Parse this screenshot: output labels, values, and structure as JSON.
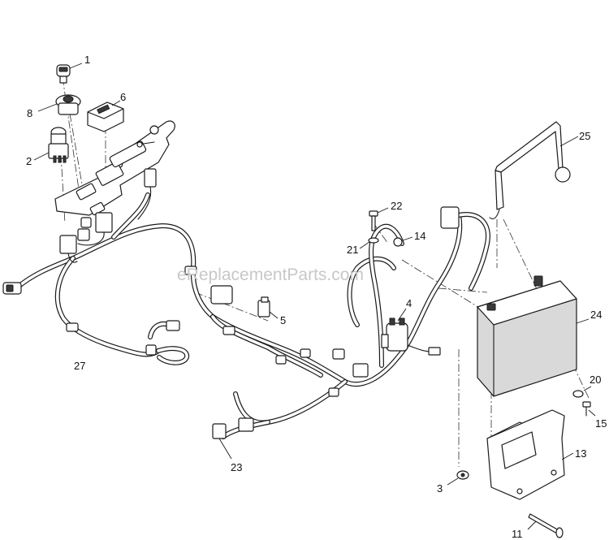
{
  "watermark": "eReplacementParts.com",
  "callouts": {
    "c1": "1",
    "c2": "2",
    "c3": "3",
    "c4": "4",
    "c5": "5",
    "c6": "6",
    "c8": "8",
    "c11": "11",
    "c13": "13",
    "c14": "14",
    "c15": "15",
    "c20": "20",
    "c21": "21",
    "c22": "22",
    "c23": "23",
    "c24": "24",
    "c25": "25",
    "c27": "27"
  },
  "colors": {
    "line": "#1a1a1a",
    "watermark": "#c8c8c8",
    "battery": "#d9d9d9"
  }
}
